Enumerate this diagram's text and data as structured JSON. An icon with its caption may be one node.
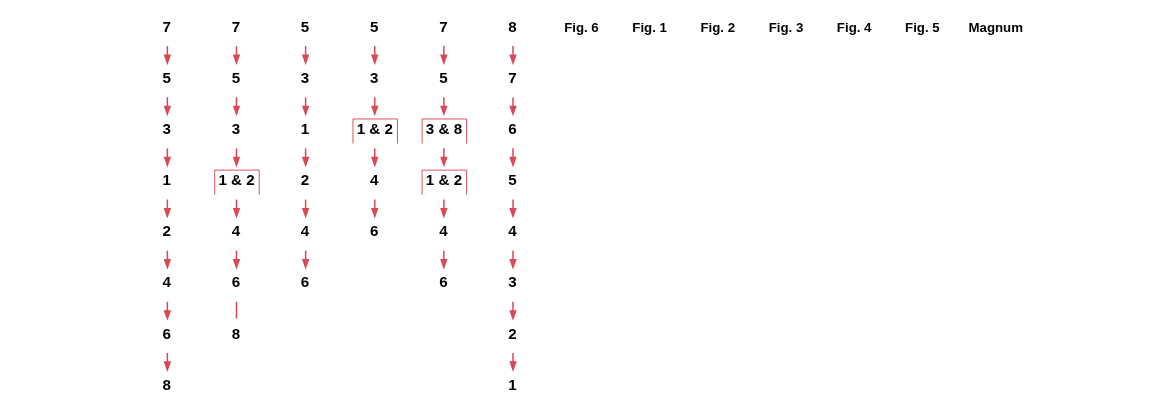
{
  "diagram": {
    "nodes": [
      {
        "text": [
          "1"
        ]
      },
      {
        "text": [
          "2"
        ]
      },
      {
        "text": [
          "3"
        ]
      },
      {
        "text": [
          "4"
        ]
      },
      {
        "text": [
          "5"
        ]
      },
      {
        "text": [
          "6"
        ]
      },
      {
        "text": [
          "7"
        ]
      },
      {
        "text": [
          "8"
        ]
      },
      {
        "text": [
          "1 & 2"
        ]
      },
      {
        "text": [
          "3"
        ]
      },
      {
        "text": [
          "4"
        ]
      },
      {
        "text": [
          "5"
        ]
      },
      {
        "text": [
          "6"
        ]
      },
      {
        "text": [
          "7"
        ]
      },
      {
        "text": [
          "8"
        ]
      },
      {
        "text": [
          "1"
        ]
      },
      {
        "text": [
          "2"
        ]
      },
      {
        "text": [
          "3"
        ]
      },
      {
        "text": [
          "4"
        ]
      },
      {
        "text": [
          "5"
        ]
      },
      {
        "text": [
          "6"
        ]
      },
      {
        "text": [
          "1 & 2"
        ]
      },
      {
        "text": [
          "3"
        ]
      },
      {
        "text": [
          "4"
        ]
      },
      {
        "text": [
          "5"
        ]
      },
      {
        "text": [
          "6"
        ]
      },
      {
        "text": [
          "1 & 2"
        ]
      },
      {
        "text": [
          "4"
        ]
      },
      {
        "text": [
          "5"
        ]
      },
      {
        "text": [
          "3 & 8"
        ]
      },
      {
        "text": [
          "6"
        ]
      },
      {
        "text": [
          "7"
        ]
      },
      {
        "text": [
          "1"
        ]
      },
      {
        "text": [
          "2"
        ]
      },
      {
        "text": [
          "3"
        ]
      },
      {
        "text": [
          "4"
        ]
      },
      {
        "text": [
          "5"
        ]
      },
      {
        "text": [
          "6"
        ]
      },
      {
        "text": [
          "7"
        ]
      },
      {
        "text": [
          "8"
        ]
      }
    ],
    "edges": [
      {
        "from": 6,
        "to": 4,
        "arrow": "to"
      },
      {
        "from": 4,
        "to": 2,
        "arrow": "to"
      },
      {
        "from": 2,
        "to": 0,
        "arrow": "to"
      },
      {
        "from": 0,
        "to": 1,
        "arrow": "to"
      },
      {
        "from": 1,
        "to": 3,
        "arrow": "to"
      },
      {
        "from": 3,
        "to": 5,
        "arrow": "to"
      },
      {
        "from": 5,
        "to": 7,
        "arrow": "to"
      },
      {
        "from": 13,
        "to": 11,
        "arrow": "to"
      },
      {
        "from": 11,
        "to": 9,
        "arrow": "to"
      },
      {
        "from": 9,
        "to": 8,
        "arrow": "to"
      },
      {
        "from": 8,
        "to": 10,
        "arrow": "to"
      },
      {
        "from": 10,
        "to": 12,
        "arrow": "to"
      },
      {
        "from": 12,
        "to": 14,
        "arrow": "none"
      },
      {
        "from": 19,
        "to": 17,
        "arrow": "to"
      },
      {
        "from": 17,
        "to": 15,
        "arrow": "to"
      },
      {
        "from": 15,
        "to": 16,
        "arrow": "to"
      },
      {
        "from": 16,
        "to": 18,
        "arrow": "to"
      },
      {
        "from": 18,
        "to": 20,
        "arrow": "to"
      },
      {
        "from": 24,
        "to": 22,
        "arrow": "to"
      },
      {
        "from": 22,
        "to": 21,
        "arrow": "to"
      },
      {
        "from": 21,
        "to": 23,
        "arrow": "to"
      },
      {
        "from": 23,
        "to": 25,
        "arrow": "to"
      },
      {
        "from": 31,
        "to": 28,
        "arrow": "to"
      },
      {
        "from": 28,
        "to": 29,
        "arrow": "to"
      },
      {
        "from": 29,
        "to": 26,
        "arrow": "to"
      },
      {
        "from": 26,
        "to": 27,
        "arrow": "to"
      },
      {
        "from": 27,
        "to": 30,
        "arrow": "to"
      },
      {
        "from": 39,
        "to": 38,
        "arrow": "to"
      },
      {
        "from": 38,
        "to": 37,
        "arrow": "to"
      },
      {
        "from": 37,
        "to": 36,
        "arrow": "to"
      },
      {
        "from": 36,
        "to": 35,
        "arrow": "to"
      },
      {
        "from": 35,
        "to": 34,
        "arrow": "to"
      },
      {
        "from": 34,
        "to": 33,
        "arrow": "to"
      },
      {
        "from": 33,
        "to": 32,
        "arrow": "to"
      }
    ],
    "labels": [
      "Fig. 6",
      "Fig. 1",
      "Fig. 2",
      "Fig. 3",
      "Fig. 4",
      "Fig. 5",
      "Magnum"
    ]
  }
}
